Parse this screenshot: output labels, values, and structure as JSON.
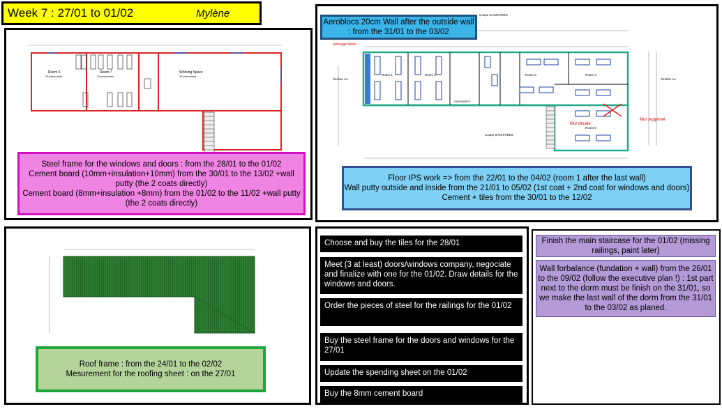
{
  "header": {
    "title": "Week 7 : 27/01 to 01/02",
    "author": "Mylène"
  },
  "plan_left": {
    "rooms": [
      {
        "name": "Room 6",
        "capacity": "15 personnes"
      },
      {
        "name": "Room 7",
        "capacity": "15 personnes"
      },
      {
        "name": "Working Space",
        "capacity": "30 personnes"
      }
    ],
    "steel_note": [
      "Steel frame for the windows and doors : from the 28/01 to the 01/02",
      "Cement board (10mm+insulation+10mm) from the 30/01 to the 13/02 +wall putty (the 2 coats directly)",
      "Cement board (8mm+insulation +8mm) from the 01/02 to the 11/02 +wall putty (the 2 coats directly)"
    ]
  },
  "plan_right": {
    "header_note": "Aeroblocs 20cm Wall after the outside wall : from the 31/01 to the 03/02",
    "labels": {
      "coupe_top": "Coupe SANITAIRES",
      "coupe_bottom": "Coupe SANITAIRES",
      "arrosage": "arrosage beton",
      "section_aa": "Section AA",
      "mur_supprime": "Mur supprimé",
      "mur_decale": "Mur décalé",
      "sanitaires": "SANITAIRES"
    },
    "rooms": [
      "Room 1",
      "Room 2",
      "Room 3",
      "Room 4",
      "Room 5"
    ],
    "floor_note": [
      "Floor IPS work => from the 22/01 to the 04/02 (room 1 after the last wall)",
      "Wall putty outside and inside from the 21/01 to 05/02 (1st coat + 2nd coat for windows and doors)",
      "Cement + tiles  from the 30/01 to the 12/02"
    ]
  },
  "roof": {
    "note": [
      "Roof frame : from the 24/01 to the 02/02",
      "Mesurement for the roofing sheet : on the 27/01"
    ]
  },
  "tasks": [
    "Choose and buy the tiles for the 28/01",
    "Meet (3 at least) doors/windows company, negociate and finalize with one for the 01/02. Draw details for the windows and doors.",
    "Order the pieces of steel for the railings for the 01/02",
    "Buy the steel frame for the doors and windows for the 27/01",
    "Update the spending sheet on the 01/02",
    "Buy the 8mm cement board"
  ],
  "side_notes": [
    "Finish the main staircase for the 01/02 (missing railings, paint later)",
    "Wall forbalance (fundation + wall) from the 26/01 to the 09/02 (follow the executive plan !) : 1st part next to the dorm must be finish on the 31/01, so we make the last wall of the dorm from the 31/01 to the 03/02 as planed."
  ],
  "colors": {
    "title_bg": "#ffff00",
    "steel_note_bg": "#ef84e3",
    "floor_note_bg": "#7fd0f5",
    "aerobloc_bg": "#3bb4ea",
    "roof_note_bg": "#b4d49c",
    "side_note_bg": "#b49ad6",
    "task_bg": "#000000",
    "roof_green": "#2e7d32"
  }
}
